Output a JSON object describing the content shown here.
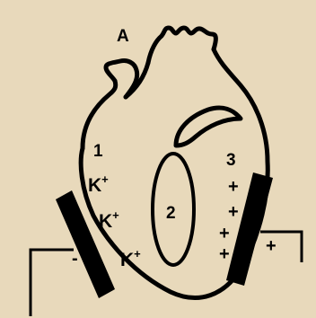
{
  "figure": {
    "panel_label": "A",
    "regions": [
      "1",
      "2",
      "3"
    ],
    "left_ions": [
      "K+",
      "K+",
      "K+"
    ],
    "right_charges": [
      "+",
      "+",
      "+",
      "+",
      "+"
    ],
    "electrode_left_sign": "-",
    "electrode_right_sign": "+"
  },
  "colors": {
    "background": "#e8d9bb",
    "ink": "#000000"
  }
}
